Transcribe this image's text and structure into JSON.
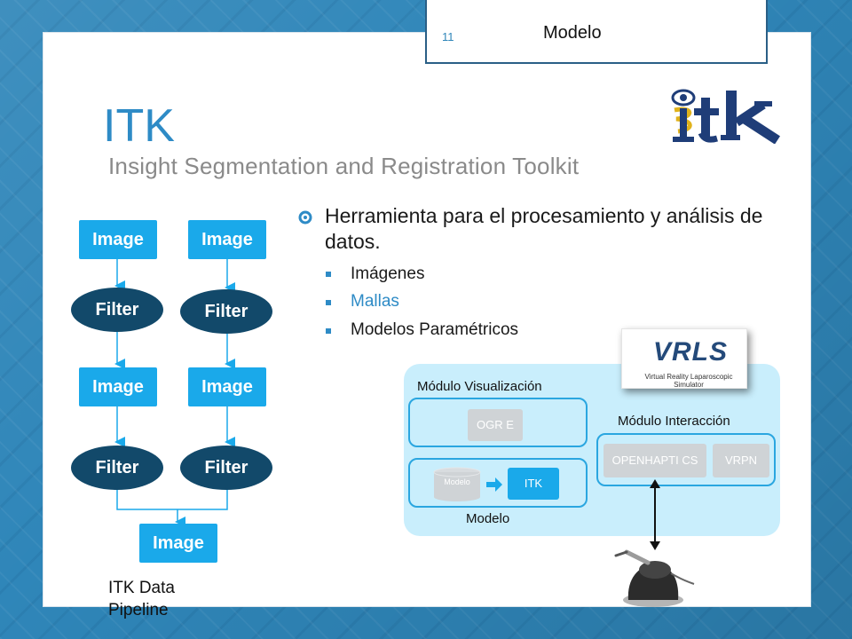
{
  "slide": {
    "number": "11",
    "tab_title": "Modelo",
    "title": "ITK",
    "subtitle": "Insight Segmentation and Registration Toolkit"
  },
  "pipeline": {
    "image_label": "Image",
    "filter_label": "Filter",
    "caption": "ITK Data Pipeline"
  },
  "bullets": {
    "main": "Herramienta para el procesamiento y análisis de datos.",
    "items": [
      {
        "label": "Imágenes",
        "color": "#1a1a1a"
      },
      {
        "label": "Mallas",
        "color": "#2e8bc6"
      },
      {
        "label": "Modelos Paramétricos",
        "color": "#1a1a1a"
      }
    ]
  },
  "diagram": {
    "vis_label": "Módulo Visualización",
    "interaction_label": "Módulo Interacción",
    "model_label": "Modelo",
    "ogre": "OGR E",
    "modelo_cylinder": "Modelo",
    "itk": "ITK",
    "openhaptics": "OPENHAPTI CS",
    "vrpn": "VRPN"
  },
  "vrls": {
    "name": "VRLS",
    "subtitle": "Virtual Reality Laparoscopic Simulator"
  },
  "colors": {
    "accent": "#2e8bc6",
    "image_node": "#1aa9ea",
    "filter_node": "#12496a",
    "diagram_bg": "#c9eefc"
  }
}
